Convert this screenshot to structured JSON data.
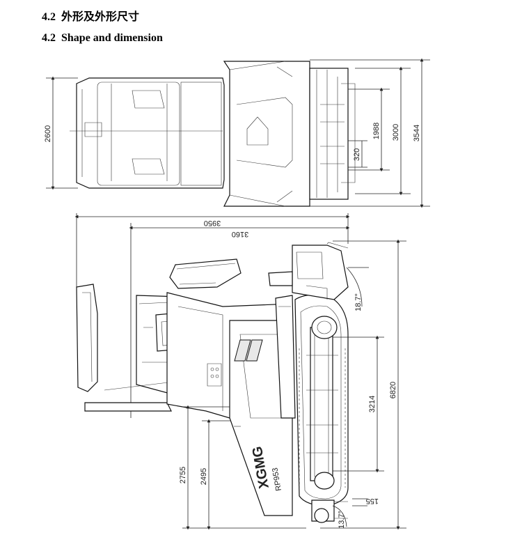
{
  "section_cn": {
    "number": "4.2",
    "title": "外形及外形尺寸"
  },
  "section_en": {
    "number": "4.2",
    "title": "Shape and dimension"
  },
  "dims": {
    "top_width": "2600",
    "right_1988": "1988",
    "right_3000": "3000",
    "right_3544": "3544",
    "right_320": "320",
    "overall_length": "3950",
    "length_3160": "3160",
    "side_6820": "6820",
    "side_3214": "3214",
    "angle_top": "18.7°",
    "angle_bottom": "13.7°",
    "small_155": "155",
    "left_2755": "2755",
    "left_2495": "2495"
  },
  "logo": {
    "brand": "XGMG",
    "model": "RP953"
  }
}
